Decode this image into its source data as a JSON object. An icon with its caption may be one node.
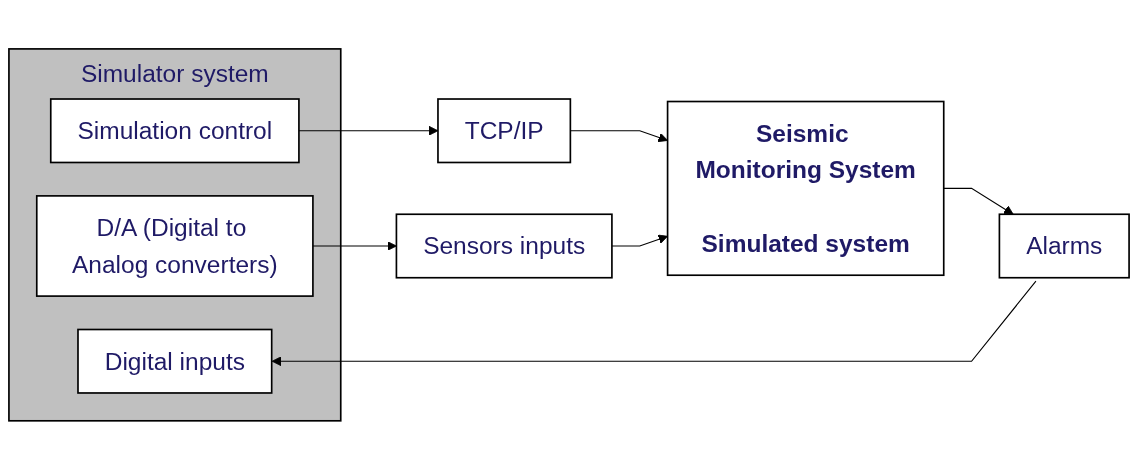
{
  "diagram": {
    "nodes": [
      {
        "text": [
          "Simulator system"
        ]
      },
      {
        "text": [
          "Simulation control"
        ],
        "in": 0
      },
      {
        "text": [
          "D/A (Digital to Analog converters)"
        ],
        "in": 0
      },
      {
        "text": [
          "Digital inputs"
        ],
        "in": 0
      },
      {
        "text": [
          "TCP/IP"
        ]
      },
      {
        "text": [
          "Sensors inputs"
        ]
      },
      {
        "text": [
          "Seismic Monitoring System",
          "Simulated system"
        ]
      },
      {
        "text": [
          "Alarms"
        ]
      }
    ],
    "edges": [
      {
        "from": 1,
        "to": 4,
        "arrow": "to"
      },
      {
        "from": 2,
        "to": 5,
        "arrow": "to"
      },
      {
        "from": 4,
        "to": 6,
        "arrow": "to"
      },
      {
        "from": 5,
        "to": 6,
        "arrow": "to"
      },
      {
        "from": 6,
        "to": 7,
        "arrow": "to"
      },
      {
        "from": 7,
        "to": 3,
        "arrow": "to"
      }
    ]
  }
}
